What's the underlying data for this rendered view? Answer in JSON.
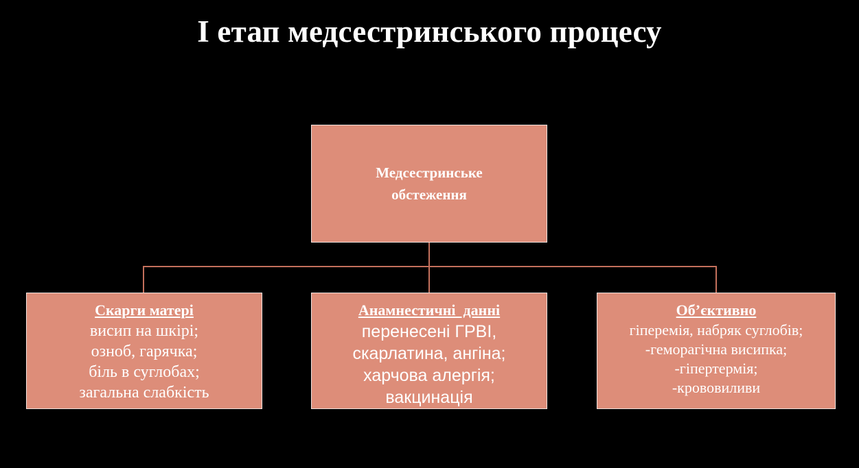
{
  "slide": {
    "title": "І етап медсестринського процесу",
    "background_color": "#000000",
    "box_color": "#dd8d79",
    "line_color": "#c4705c",
    "text_color": "#ffffff"
  },
  "diagram": {
    "root": {
      "lines": [
        "Медсестринське",
        "обстеження"
      ]
    },
    "branches": [
      {
        "heading": "Скарги матері",
        "lines": [
          "висип на шкірі;",
          "озноб, гарячка;",
          "біль в суглобах;",
          "загальна слабкість"
        ]
      },
      {
        "heading": "Анамнестичні  данні",
        "lines": [
          "перенесені ГРВІ,",
          "скарлатина, ангіна;",
          "харчова алергія;",
          "вакцинація"
        ]
      },
      {
        "heading": "Об’єктивно",
        "lines": [
          "гіперемія, набряк суглобів;",
          "-геморагічна висипка;",
          "-гіпертермія;",
          "-крововиливи"
        ]
      }
    ]
  }
}
